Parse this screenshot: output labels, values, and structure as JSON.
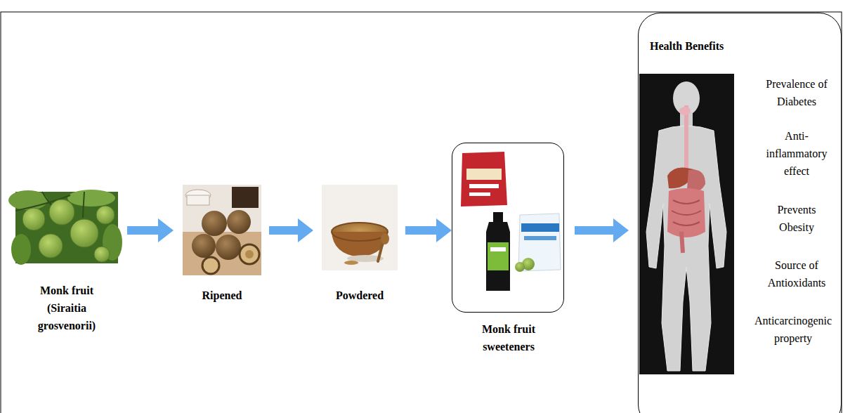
{
  "diagram": {
    "nodes": [
      {
        "text": [
          "Monk fruit (Siraitia grosvenorii)"
        ]
      },
      {
        "text": [
          "Ripened"
        ]
      },
      {
        "text": [
          "Powdered"
        ]
      },
      {
        "text": [
          "Monk fruit sweeteners"
        ]
      },
      {
        "text": [
          "Health Benefits",
          "Prevalence of Diabetes",
          "Anti- inflammatory effect",
          "Prevents Obesity",
          "Source of Antioxidants",
          "Anticarcinogenic property"
        ]
      }
    ],
    "edges": [
      {
        "from": 0,
        "to": 1,
        "arrow": "to"
      },
      {
        "from": 1,
        "to": 2,
        "arrow": "to"
      },
      {
        "from": 2,
        "to": 3,
        "arrow": "to"
      },
      {
        "from": 3,
        "to": 4,
        "arrow": "to"
      }
    ]
  }
}
